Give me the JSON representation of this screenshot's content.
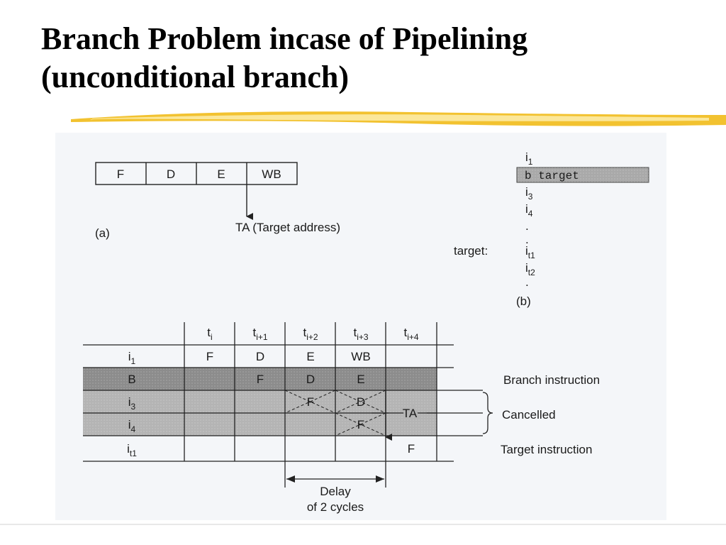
{
  "title": {
    "line1": "Branch Problem incase of Pipelining",
    "line2": "(unconditional branch)"
  },
  "colors": {
    "underline": "#f2c230",
    "panel": "#f4f6f9",
    "branch_row": "#8c8c8c",
    "cancel_rows": "#b4b4b4",
    "line": "#222222"
  },
  "part_a": {
    "label": "(a)",
    "stages": [
      "F",
      "D",
      "E",
      "WB"
    ],
    "target": "TA (Target address)"
  },
  "part_b": {
    "label": "(b)",
    "target_label": "target:",
    "branch_text": "b target",
    "instructions": [
      {
        "base": "i",
        "sub": "1"
      },
      {
        "base": "i",
        "sub": "3"
      },
      {
        "base": "i",
        "sub": "4"
      },
      {
        "base": ".",
        "sub": ""
      },
      {
        "base": ".",
        "sub": ""
      },
      {
        "base": "i",
        "sub": "t1"
      },
      {
        "base": "i",
        "sub": "t2"
      },
      {
        "base": ".",
        "sub": ""
      }
    ]
  },
  "part_c": {
    "columns": [
      {
        "base": "t",
        "sub": "i"
      },
      {
        "base": "t",
        "sub": "i+1"
      },
      {
        "base": "t",
        "sub": "i+2"
      },
      {
        "base": "t",
        "sub": "i+3"
      },
      {
        "base": "t",
        "sub": "i+4"
      }
    ],
    "rows": [
      {
        "base": "i",
        "sub": "1",
        "cells": [
          "F",
          "D",
          "E",
          "WB",
          ""
        ]
      },
      {
        "base": "B",
        "sub": "",
        "cells": [
          "",
          "F",
          "D",
          "E",
          ""
        ]
      },
      {
        "base": "i",
        "sub": "3",
        "cells": [
          "",
          "",
          "F",
          "D",
          ""
        ]
      },
      {
        "base": "i",
        "sub": "4",
        "cells": [
          "",
          "",
          "",
          "F",
          ""
        ]
      },
      {
        "base": "i",
        "sub": "t1",
        "cells": [
          "",
          "",
          "",
          "",
          "F"
        ]
      }
    ],
    "ta_label": "TA",
    "branch_instruction": "Branch instruction",
    "cancelled": "Cancelled",
    "target_instruction": "Target instruction",
    "delay_line1": "Delay",
    "delay_line2": "of 2 cycles"
  }
}
